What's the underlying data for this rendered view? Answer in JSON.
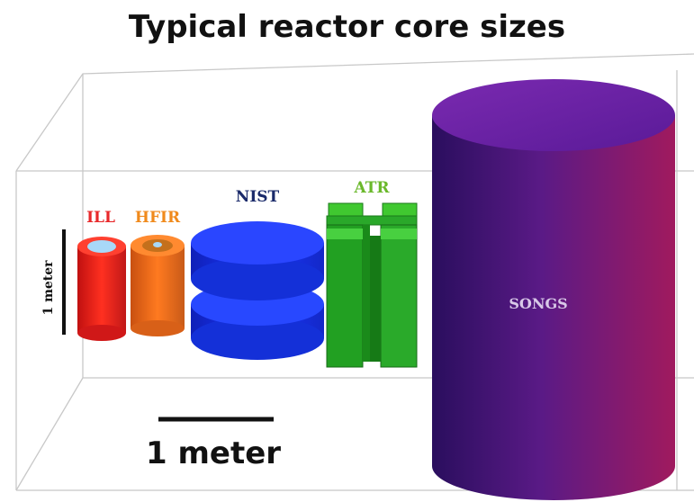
{
  "title": "Typical reactor core sizes",
  "scale_bars": {
    "vertical_label": "1 meter",
    "horizontal_label": "1 meter"
  },
  "cores": [
    {
      "name": "ILL",
      "label_color": "#e8282a"
    },
    {
      "name": "HFIR",
      "label_color": "#f08a1c"
    },
    {
      "name": "NIST",
      "label_color": "#1a2a6a"
    },
    {
      "name": "ATR",
      "label_color": "#6ab82a"
    },
    {
      "name": "SONGS",
      "label_color": "#d8c8e8"
    }
  ]
}
